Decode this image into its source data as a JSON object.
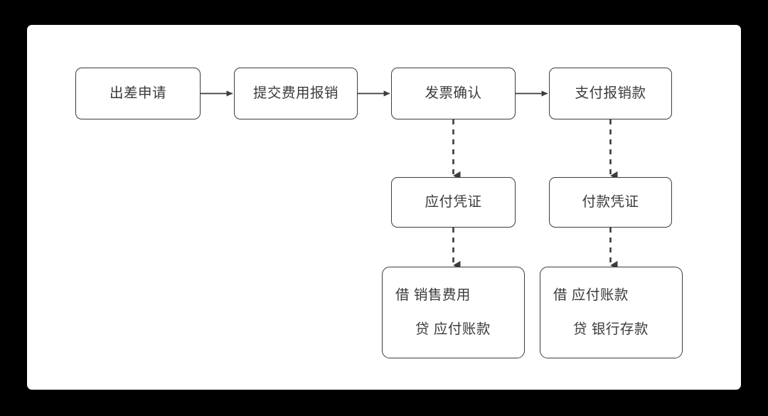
{
  "canvas": {
    "background": "#ffffff",
    "page_background": "#000000"
  },
  "diagram": {
    "type": "flowchart",
    "stroke_color": "#3c3c3c",
    "text_color": "#3a3a3a",
    "nodes": [
      {
        "id": "trip",
        "label": "出差申请",
        "row": "process",
        "column": 1
      },
      {
        "id": "submit",
        "label": "提交费用报销",
        "row": "process",
        "column": 2
      },
      {
        "id": "invoice",
        "label": "发票确认",
        "row": "process",
        "column": 3
      },
      {
        "id": "payment",
        "label": "支付报销款",
        "row": "process",
        "column": 4
      },
      {
        "id": "payable_voucher",
        "label": "应付凭证",
        "row": "voucher",
        "column": 3
      },
      {
        "id": "paid_voucher",
        "label": "付款凭证",
        "row": "voucher",
        "column": 4
      }
    ],
    "journal_entries": [
      {
        "id": "journal_expense",
        "debit": "借 销售费用",
        "credit": "贷 应付账款"
      },
      {
        "id": "journal_payment",
        "debit": "借 应付账款",
        "credit": "贷 银行存款"
      }
    ],
    "connectors": [
      {
        "from": "trip",
        "to": "submit",
        "style": "solid",
        "direction": "right"
      },
      {
        "from": "submit",
        "to": "invoice",
        "style": "solid",
        "direction": "right"
      },
      {
        "from": "invoice",
        "to": "payment",
        "style": "solid",
        "direction": "right"
      },
      {
        "from": "invoice",
        "to": "payable_voucher",
        "style": "dashed",
        "direction": "down"
      },
      {
        "from": "payment",
        "to": "paid_voucher",
        "style": "dashed",
        "direction": "down"
      },
      {
        "from": "payable_voucher",
        "to": "journal_expense",
        "style": "dashed",
        "direction": "down"
      },
      {
        "from": "paid_voucher",
        "to": "journal_payment",
        "style": "dashed",
        "direction": "down"
      }
    ]
  }
}
